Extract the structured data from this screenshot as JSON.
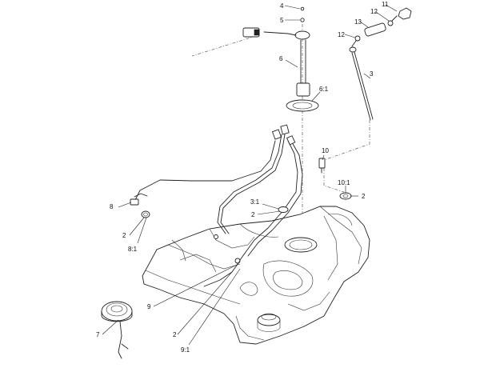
{
  "callouts": {
    "c11": "11",
    "c4": "4",
    "c12a": "12",
    "c5": "5",
    "c13": "13",
    "c12b": "12",
    "c6": "6",
    "c3": "3",
    "c6_1": "6:1",
    "c10": "10",
    "c10_1": "10:1",
    "c2a": "2",
    "c3_1": "3:1",
    "c2b": "2",
    "c8": "8",
    "c2c": "2",
    "c8_1": "8:1",
    "c9": "9",
    "c7": "7",
    "c2d": "2",
    "c9_1": "9:1"
  }
}
